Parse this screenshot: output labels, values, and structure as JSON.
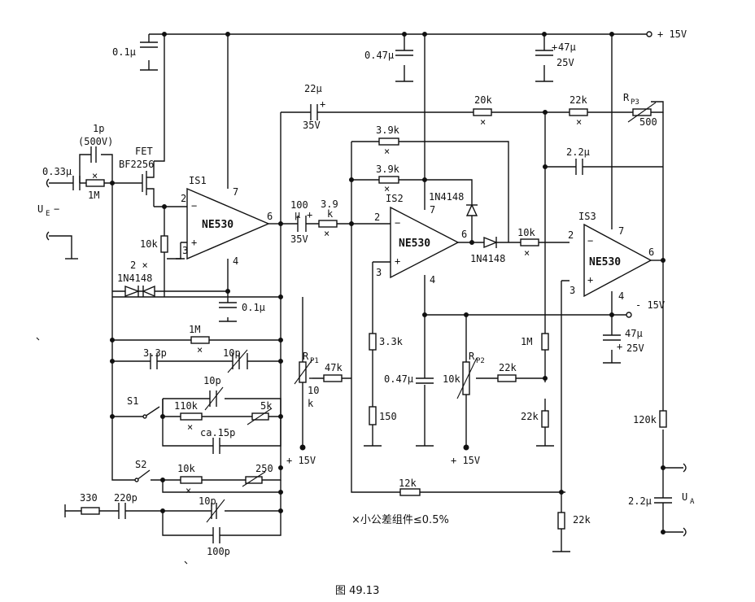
{
  "figure": {
    "caption": "图 49.13",
    "note": "×小公差组件≤0.5%"
  },
  "supply": {
    "positive": "+ 15V",
    "negative": "- 15V"
  },
  "signals": {
    "input": "U_E",
    "input_sub": "E",
    "input_main": "U",
    "output_main": "U",
    "output_sub": "A"
  },
  "opamps": [
    {
      "name": "IS1",
      "type": "NE530",
      "pins": [
        "2",
        "3",
        "6",
        "7",
        "4"
      ]
    },
    {
      "name": "IS2",
      "type": "NE530",
      "pins": [
        "2",
        "3",
        "6",
        "7",
        "4"
      ]
    },
    {
      "name": "IS3",
      "type": "NE530",
      "pins": [
        "2",
        "3",
        "6",
        "7",
        "4"
      ]
    }
  ],
  "components": {
    "c_in": "0.33μ",
    "c_1p": "1p",
    "c_1p_v": "(500V)",
    "r_1M_in": "1M",
    "fet": "FET",
    "fet_part": "BF2256",
    "c_top1": "0.1μ",
    "r_10k_is1": "10k",
    "d_pair_count": "2 ×",
    "d_pair": "1N4148",
    "c_is1_neg": "0.1μ",
    "c_022": "22μ",
    "c_022_v": "35V",
    "c_047_top": "0.47μ",
    "c_47_top": "47μ",
    "c_47_top_v": "25V",
    "c_47_top_sign": "+",
    "r_20k": "20k",
    "r_22k_top": "22k",
    "rp3": "R",
    "rp3_sub": "P3",
    "rp3_val": "500",
    "r_39k_a": "3.9k",
    "r_39k_b": "3.9k",
    "c_22u_fb": "2.2μ",
    "c_100": "100",
    "c_100_u": "μ",
    "c_100_v": "35V",
    "r_39_in": "3.9",
    "r_39_in_k": "k",
    "d_top": "1N4148",
    "d_out": "1N4148",
    "r_10k_is3": "10k",
    "c_47_bot": "47μ",
    "c_47_bot_v": "25V",
    "rp1": "R",
    "rp1_sub": "P1",
    "rp1_val": "10",
    "rp1_val_k": "k",
    "r_47k": "47k",
    "r_33k": "3.3k",
    "c_047_mid": "0.47μ",
    "rp2": "R",
    "rp2_sub": "P2",
    "rp2_val": "10k",
    "r_22k_mid": "22k",
    "r_1M_mid": "1M",
    "r_22k_low": "22k",
    "r_150": "150",
    "r_120k": "120k",
    "c_22_out": "2.2μ",
    "fb_r_1M": "1M",
    "fb_c_33p": "3.3p",
    "fb_c_10p_a": "10p",
    "fb_c_10p_b": "10p",
    "s1": "S1",
    "fb_r_110k": "110k",
    "fb_rp_5k": "5k",
    "fb_c_15p": "ca.15p",
    "s2": "S2",
    "fb_r_10k": "10k",
    "fb_rp_250": "250",
    "in_r_330": "330",
    "in_c_220p": "220p",
    "fb_c_10p_c": "10p",
    "fb_c_100p": "100p",
    "r_12k": "12k",
    "r_22k_bottom": "22k",
    "supply_p1": "+ 15V",
    "supply_p2": "+ 15V",
    "tol_mark": "×"
  }
}
